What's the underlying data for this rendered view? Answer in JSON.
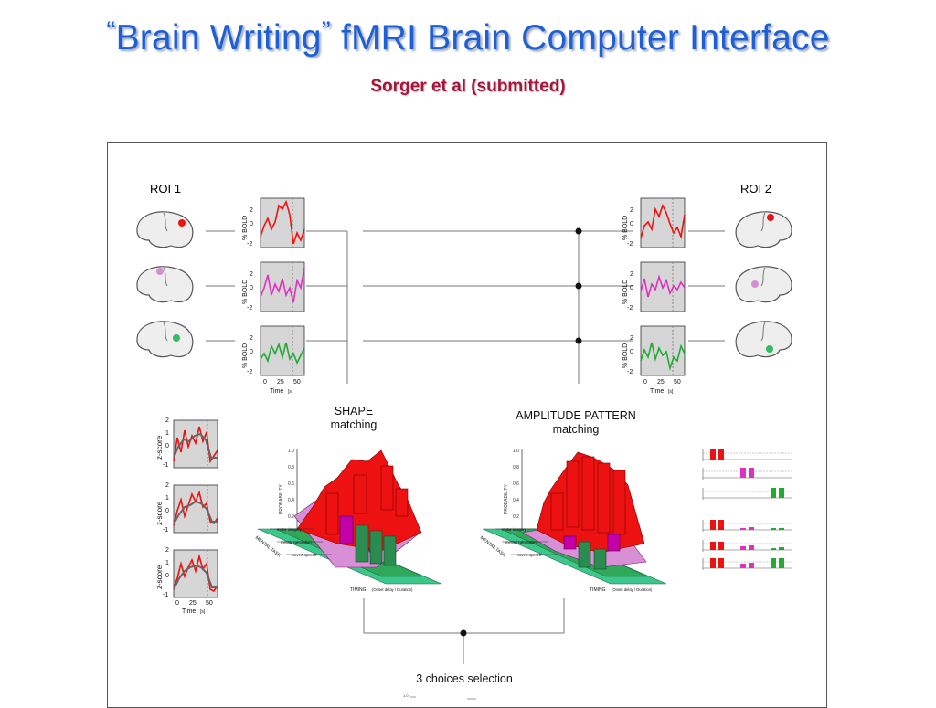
{
  "slide": {
    "title_quote_open": "“",
    "title_quoted": "Brain Writing",
    "title_quote_close": "”",
    "title_rest": " fMRI Brain Computer Interface",
    "subtitle": "Sorger et al (submitted)"
  },
  "figure": {
    "roi_left_label": "ROI 1",
    "roi_right_label": "ROI 2",
    "bold_ylabel": "% BOLD",
    "bold_yticks": [
      "2",
      "0",
      "-2"
    ],
    "time_xticks": [
      "0",
      "25",
      "50"
    ],
    "time_label": "Time",
    "time_unit": "[s]",
    "zscore_label": "z-score",
    "zscore_yticks": [
      "2",
      "1",
      "0",
      "-1"
    ],
    "shape_title_1": "SHAPE",
    "shape_title_2": "matching",
    "amp_title_1": "AMPLITUDE PATTERN",
    "amp_title_2": "matching",
    "probability_label": "PROBABILITY",
    "prob_ticks": [
      "1.0",
      "0.8",
      "0.6",
      "0.4",
      "0.2",
      "0"
    ],
    "mental_task_label": "MENTAL TASK",
    "task_labels": [
      "motor imagery",
      "mental calculation",
      "covert speech"
    ],
    "timing_label": "TIMING",
    "timing_sub": "(Onset delay / Duration)",
    "choices_label": "3 choices selection",
    "bottom_tick": "1.0"
  },
  "colors": {
    "title": "#1f5fd6",
    "subtitle": "#a8143a",
    "roi_red": "#ee1111",
    "roi_magenta": "#e030c0",
    "roi_green": "#22aa33",
    "bar_red": "#ee1111",
    "bar_pink": "#d88fd6",
    "bar_magenta": "#c400a8",
    "bar_green": "#2fa85a",
    "bar_teal": "#3cc88a"
  }
}
